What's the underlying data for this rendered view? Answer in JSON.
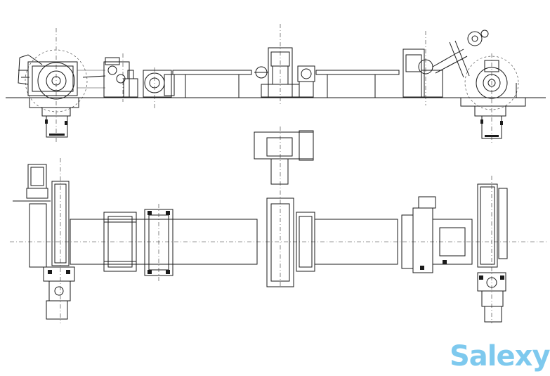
{
  "watermark": {
    "text": "Salexy",
    "color": "#7ec9ee"
  },
  "drawing": {
    "line_color": "#1a1a1a",
    "background": "#ffffff",
    "views": [
      "side-elevation",
      "plan-view"
    ]
  }
}
